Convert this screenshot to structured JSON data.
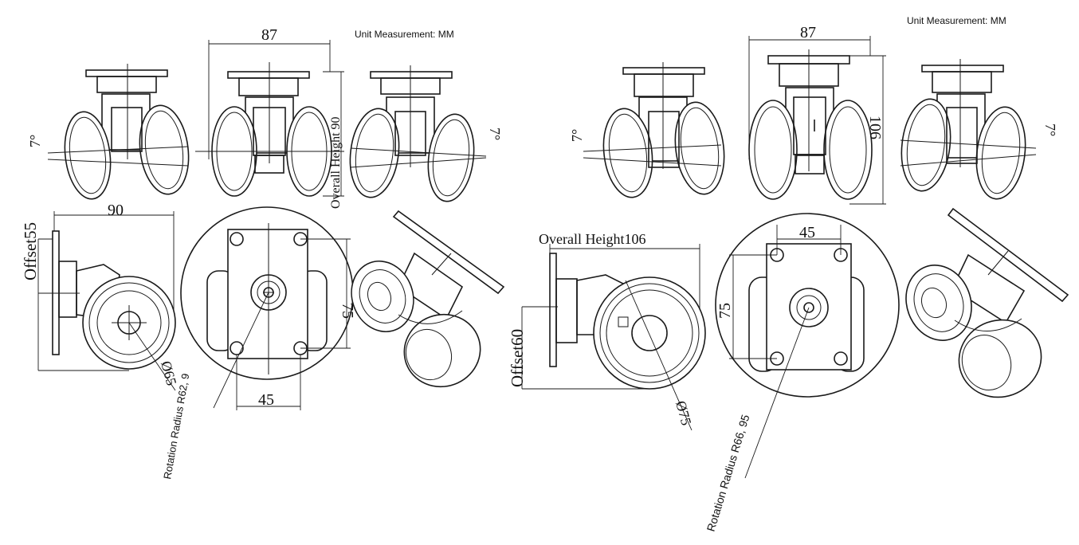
{
  "left": {
    "unit": "Unit Measurement: MM",
    "angle_left": "7°",
    "angle_right": "7°",
    "width_top": "87",
    "overall_height": "Overall Height 90",
    "side_width": "90",
    "offset": "Offset55",
    "wheel_diameter": "Ø65",
    "plate_hole_vertical": "75",
    "plate_hole_horizontal": "45",
    "rotation_radius": "Rotation Radius R62, 9"
  },
  "right": {
    "unit": "Unit Measurement: MM",
    "angle_left": "7°",
    "angle_right": "7°",
    "width_top": "87",
    "height_side": "106",
    "overall_height": "Overall Height106",
    "offset": "Offset60",
    "wheel_diameter": "Ø75",
    "plate_hole_vertical": "75",
    "plate_hole_horizontal": "45",
    "rotation_radius": "Rotation Radius R66, 95"
  }
}
